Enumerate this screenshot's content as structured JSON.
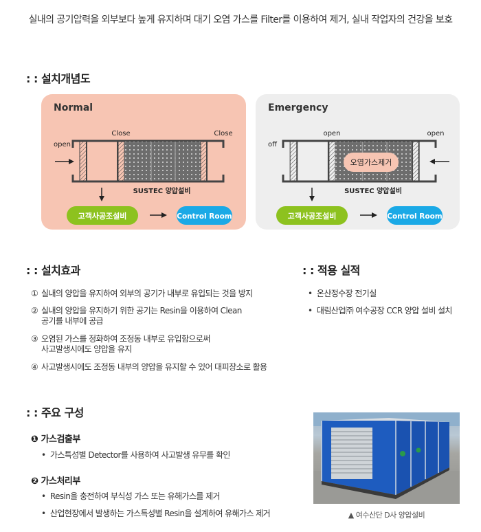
{
  "intro": "실내의 공기압력을 외부보다 높게 유지하며 대기 오염 가스를 Filter를 이용하여 제거, 실내 작업자의 건강을 보호",
  "concept": {
    "title": ": : 설치개념도",
    "normal": {
      "title": "Normal",
      "left_label": "open",
      "mid_label": "Close",
      "right_label": "Close",
      "unit": "SUSTEC 양압설비",
      "green": "고객사공조설비",
      "blue": "Control Room"
    },
    "emergency": {
      "title": "Emergency",
      "left_label": "off",
      "mid_label": "open",
      "right_label": "open",
      "unit": "SUSTEC 양압설비",
      "filter": "오염가스제거",
      "green": "고객사공조설비",
      "blue": "Control Room"
    }
  },
  "effects": {
    "title": ": : 설치효과",
    "items": [
      {
        "num": "①",
        "lines": [
          "실내의 양압을 유지하여 외부의 공기가 내부로 유입되는 것을 방지"
        ]
      },
      {
        "num": "②",
        "lines": [
          "실내의 양압을 유지하기 위한 공기는 Resin을 이용하여 Clean",
          "공기를 내부에 공급"
        ]
      },
      {
        "num": "③",
        "lines": [
          "오염된 가스를 정화하여 조정동 내부로 유입함으로써",
          "사고발생시에도 양압을 유지"
        ]
      },
      {
        "num": "④",
        "lines": [
          "사고발생시에도 조정동 내부의 양압을 유지할 수 있어 대피장소로 활용"
        ]
      }
    ]
  },
  "records": {
    "title": ": : 적용 실적",
    "items": [
      "온산정수장 전기실",
      "대림산업㈜ 여수공장 CCR 양압 설비 설치"
    ]
  },
  "components": {
    "title": ": : 주요 구성",
    "groups": [
      {
        "title": "❶ 가스검출부",
        "items": [
          "가스특성별 Detector를 사용하여 사고발생 유무를 확인"
        ]
      },
      {
        "title": "❷ 가스처리부",
        "items": [
          "Resin을 충전하여 부식성 가스 또는 유해가스를 제거",
          "산업현장에서 발생하는 가스특성별 Resin을 설계하여 유해가스 제거"
        ]
      }
    ]
  },
  "photo": {
    "caption": "▲ 여수산단 D사 양압설비"
  },
  "colors": {
    "normal_bg": "#f7c5b3",
    "emergency_bg": "#eeeeee",
    "green": "#8dc21f",
    "blue": "#1aa9e6",
    "filter_pill": "#f7c5b3"
  }
}
